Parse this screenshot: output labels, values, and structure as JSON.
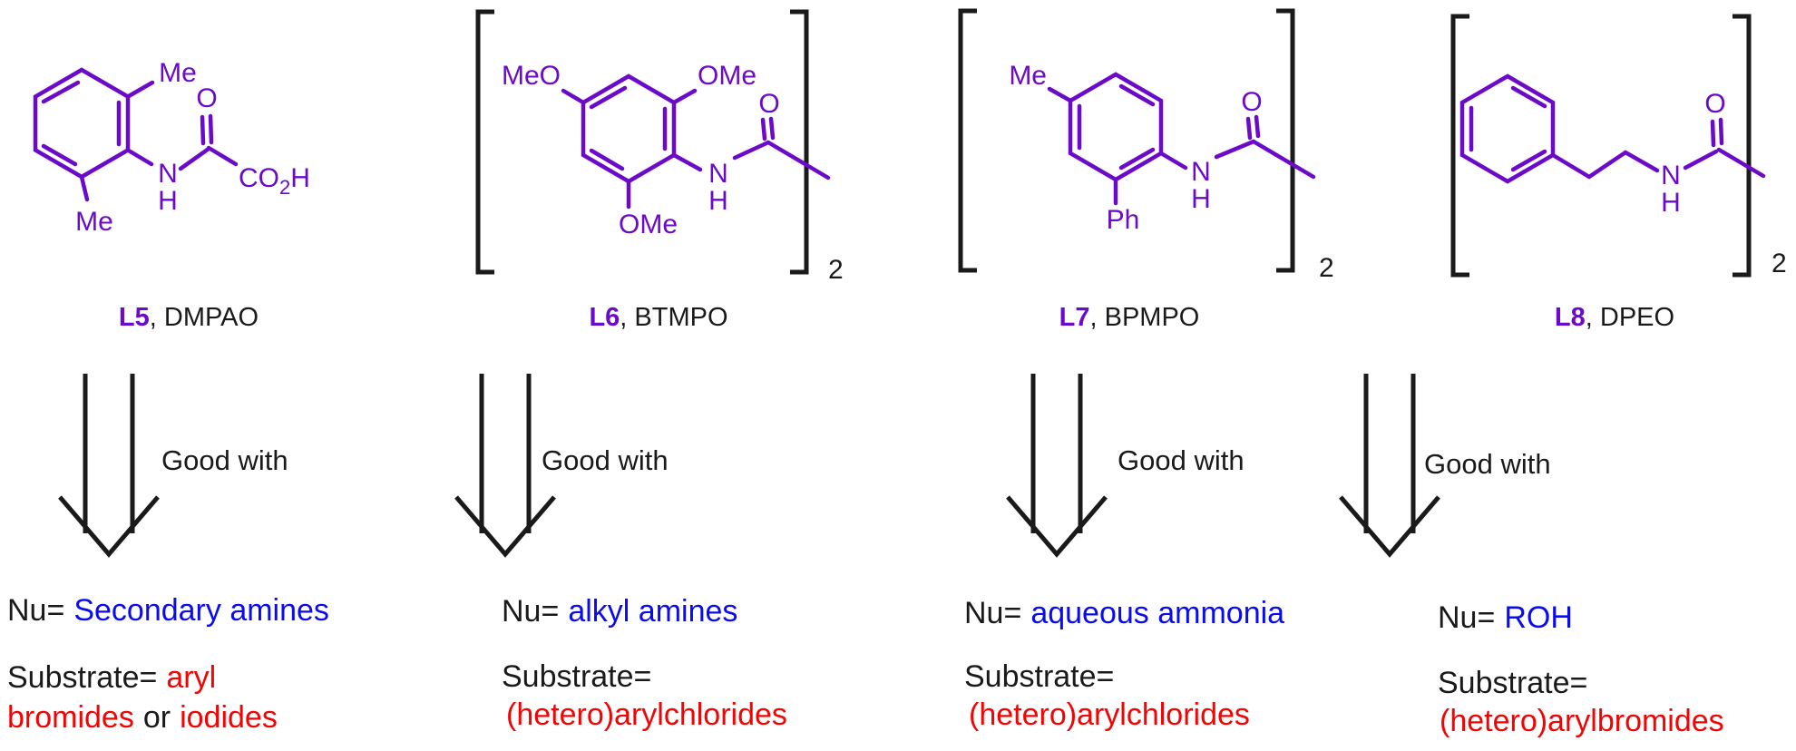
{
  "figure": {
    "description": "Four oxalamide-type ligands L5-L8 with structures, arrows and scope text",
    "background": "#FFFFFF"
  },
  "colors": {
    "structure_purple": "#6B0AC8",
    "ligand_id_purple": "#6B0AC8",
    "text_black": "#1A1A1A",
    "nucleophile_blue": "#0B0BF0",
    "substrate_red": "#F20404"
  },
  "ligands": [
    {
      "id": "L5",
      "suffix": ", DMPAO",
      "good_with": "Good with",
      "nu_label": "Nu=",
      "nu_value": "Secondary amines",
      "substrate_label": "Substrate=",
      "substrate_inline": "aryl",
      "line3": {
        "seg1": "bromides",
        "seg2": "or",
        "seg3": "iodides"
      }
    },
    {
      "id": "L6",
      "suffix": ", BTMPO",
      "good_with": "Good with",
      "nu_label": "Nu=",
      "nu_value": "alkyl amines",
      "substrate_label": "Substrate=",
      "substrate_value": "(hetero)arylchlorides"
    },
    {
      "id": "L7",
      "suffix": ", BPMPO",
      "good_with": "Good with",
      "nu_label": "Nu=",
      "nu_value": "aqueous ammonia",
      "substrate_label": "Substrate=",
      "substrate_value": "(hetero)arylchlorides"
    },
    {
      "id": "L8",
      "suffix": ", DPEO",
      "good_with": "Good with",
      "nu_label": "Nu=",
      "nu_value": "ROH",
      "substrate_label": "Substrate=",
      "substrate_value": "(hetero)arylbromides"
    }
  ],
  "structures": {
    "s1": {
      "me_top": "Me",
      "me_bottom": "Me",
      "n": "N",
      "h": "H",
      "o": "O",
      "acid_co": "CO",
      "acid_sub": "2",
      "acid_h": "H"
    },
    "s2": {
      "meo": "MeO",
      "ome_top": "OMe",
      "ome_bottom": "OMe",
      "n": "N",
      "h": "H",
      "o": "O",
      "repeat": "2"
    },
    "s3": {
      "me": "Me",
      "ph": "Ph",
      "n": "N",
      "h": "H",
      "o": "O",
      "repeat": "2"
    },
    "s4": {
      "n": "N",
      "h": "H",
      "o": "O",
      "repeat": "2"
    }
  }
}
